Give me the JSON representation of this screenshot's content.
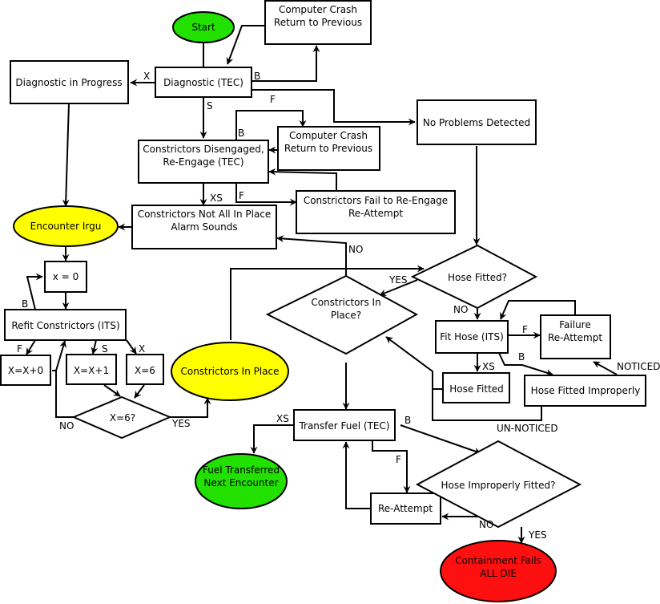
{
  "colors": {
    "start": "#22e000",
    "encounter": "#ffff00",
    "success": "#22e000",
    "failure": "#ff1010",
    "box": "#ffffff",
    "stroke": "#000000"
  },
  "nodes": {
    "start": {
      "lines": [
        "Start"
      ],
      "color_key": "start"
    },
    "crash_top": {
      "lines": [
        "Computer Crash",
        "Return to Previous"
      ]
    },
    "diag_progress": {
      "lines": [
        "Diagnostic in Progress"
      ]
    },
    "diagnostic": {
      "lines": [
        "Diagnostic (TEC)"
      ]
    },
    "no_problems": {
      "lines": [
        "No Problems Detected"
      ]
    },
    "crash_mid": {
      "lines": [
        "Computer Crash",
        "Return to Previous"
      ]
    },
    "disengaged": {
      "lines": [
        "Constrictors Disengaged,",
        "Re-Engage (TEC)"
      ]
    },
    "fail_reengage": {
      "lines": [
        "Constrictors Fail to Re-Engage",
        "Re-Attempt"
      ]
    },
    "not_all": {
      "lines": [
        "Constrictors Not All In Place",
        "Alarm Sounds"
      ]
    },
    "encounter": {
      "lines": [
        "Encounter Irgu"
      ],
      "color_key": "encounter"
    },
    "x0": {
      "lines": [
        "x = 0"
      ]
    },
    "refit": {
      "lines": [
        "Refit Constrictors (ITS)"
      ]
    },
    "xx0": {
      "lines": [
        "X=X+0"
      ]
    },
    "xx1": {
      "lines": [
        "X=X+1"
      ]
    },
    "x6": {
      "lines": [
        "X=6"
      ]
    },
    "x6q": {
      "lines": [
        "X=6?"
      ]
    },
    "in_place": {
      "lines": [
        "Constrictors In Place"
      ],
      "color_key": "encounter"
    },
    "hose_q": {
      "lines": [
        "Hose Fitted?"
      ]
    },
    "constr_q": {
      "lines": [
        "Constrictors In",
        "Place?"
      ]
    },
    "fit_hose": {
      "lines": [
        "Fit Hose (ITS)"
      ]
    },
    "failure_re": {
      "lines": [
        "Failure",
        "Re-Attempt"
      ]
    },
    "hose_fitted": {
      "lines": [
        "Hose Fitted"
      ]
    },
    "hose_improper": {
      "lines": [
        "Hose Fitted Improperly"
      ]
    },
    "transfer": {
      "lines": [
        "Transfer Fuel (TEC)"
      ]
    },
    "fuel_done": {
      "lines": [
        "Fuel Transferred",
        "Next Encounter"
      ],
      "color_key": "success"
    },
    "reattempt": {
      "lines": [
        "Re-Attempt"
      ]
    },
    "hose_improper_q": {
      "lines": [
        "Hose Improperly Fitted?"
      ]
    },
    "containment": {
      "lines": [
        "Containment Fails",
        "ALL DIE"
      ],
      "color_key": "failure"
    }
  },
  "edge_labels": {
    "diag_x": "X",
    "diag_b": "B",
    "diag_s": "S",
    "disengaged_f_top": "F",
    "disengaged_b": "B",
    "disengaged_xs": "XS",
    "disengaged_f": "F",
    "no": "NO",
    "yes_hose": "YES",
    "no_hose": "NO",
    "refit_b": "B",
    "refit_f": "F",
    "refit_s": "S",
    "refit_x": "X",
    "x6_no": "NO",
    "x6_yes": "YES",
    "fit_f": "F",
    "fit_xs": "XS",
    "fit_b": "B",
    "noticed": "NOTICED",
    "unnoticed": "UN-NOTICED",
    "transfer_xs": "XS",
    "transfer_b": "B",
    "transfer_f": "F",
    "improper_no": "NO",
    "improper_yes": "YES"
  }
}
